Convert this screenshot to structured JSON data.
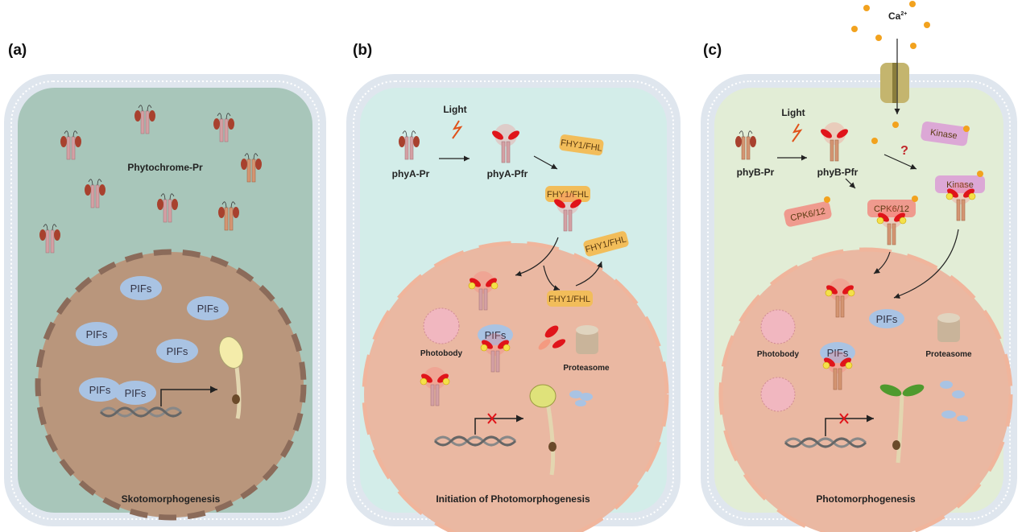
{
  "panels": {
    "a": {
      "label": "(a)",
      "phytochrome_label": "Phytochrome-Pr",
      "pifs": [
        "PIFs",
        "PIFs",
        "PIFs",
        "PIFs",
        "PIFs",
        "PIFs"
      ],
      "caption": "Skotomorphogenesis"
    },
    "b": {
      "label": "(b)",
      "light": "Light",
      "phya_pr": "phyA-Pr",
      "phya_pfr": "phyA-Pfr",
      "fhy": [
        "FHY1/FHL",
        "FHY1/FHL",
        "FHY1/FHL",
        "FHY1/FHL"
      ],
      "photobody": "Photobody",
      "pifs": "PIFs",
      "proteasome": "Proteasome",
      "caption": "Initiation of Photomorphogenesis"
    },
    "c": {
      "label": "(c)",
      "calcium": "Ca",
      "calcium_charge": "2+",
      "light": "Light",
      "phyb_pr": "phyB-Pr",
      "phyb_pfr": "phyB-Pfr",
      "kinase": [
        "Kinase",
        "Kinase"
      ],
      "question": "?",
      "cpk": [
        "CPK6/12",
        "CPK6/12"
      ],
      "pifs": [
        "PIFs",
        "PIFs"
      ],
      "photobody": "Photobody",
      "proteasome": "Proteasome",
      "caption": "Photomorphogenesis"
    }
  },
  "colors": {
    "cell_a": "#a8c6ba",
    "cell_b": "#d3ede9",
    "cell_c": "#e2edd6",
    "membrane": "#dfe6ee",
    "nucleus_a": "#b9967c",
    "nucleus_bc": "#eab8a2",
    "pifs": "#a9c3e3",
    "fhy": "#f2bd5a",
    "kinase": "#dca8d6",
    "cpk": "#ef9a8e",
    "calcium": "#f2a21e",
    "pfr_red": "#e0141a"
  }
}
